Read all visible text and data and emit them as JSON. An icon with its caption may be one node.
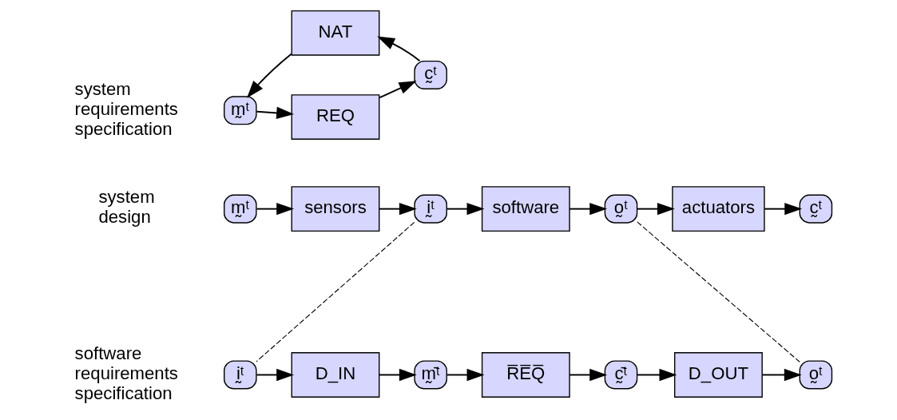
{
  "diagram": {
    "nodes": [
      {
        "text": [
          "m̰ᵗ"
        ]
      },
      {
        "text": [
          "NAT"
        ]
      },
      {
        "text": [
          "REQ"
        ]
      },
      {
        "text": [
          "c̰ᵗ"
        ]
      },
      {
        "text": [
          "m̰ᵗ"
        ]
      },
      {
        "text": [
          "sensors"
        ]
      },
      {
        "text": [
          "ḭᵗ"
        ]
      },
      {
        "text": [
          "software"
        ]
      },
      {
        "text": [
          "o̰ᵗ"
        ]
      },
      {
        "text": [
          "actuators"
        ]
      },
      {
        "text": [
          "c̰ᵗ"
        ]
      },
      {
        "text": [
          "ḭᵗ"
        ]
      },
      {
        "text": [
          "D_IN"
        ]
      },
      {
        "text": [
          "m̰̄ᵗ"
        ]
      },
      {
        "text": [
          "R̅E̅Q̅"
        ]
      },
      {
        "text": [
          "c̰̄ᵗ"
        ]
      },
      {
        "text": [
          "D_OUT"
        ]
      },
      {
        "text": [
          "o̰ᵗ"
        ]
      }
    ],
    "edges": [
      {
        "from": 3,
        "to": 1,
        "arrow": "to"
      },
      {
        "from": 1,
        "to": 0,
        "arrow": "to"
      },
      {
        "from": 0,
        "to": 2,
        "arrow": "to"
      },
      {
        "from": 2,
        "to": 3,
        "arrow": "to"
      },
      {
        "from": 4,
        "to": 5,
        "arrow": "to"
      },
      {
        "from": 5,
        "to": 6,
        "arrow": "to"
      },
      {
        "from": 6,
        "to": 7,
        "arrow": "to"
      },
      {
        "from": 7,
        "to": 8,
        "arrow": "to"
      },
      {
        "from": 8,
        "to": 9,
        "arrow": "to"
      },
      {
        "from": 9,
        "to": 10,
        "arrow": "to"
      },
      {
        "from": 6,
        "to": 11,
        "arrow": "none",
        "style": "dashed"
      },
      {
        "from": 8,
        "to": 17,
        "arrow": "none",
        "style": "dashed"
      },
      {
        "from": 11,
        "to": 12,
        "arrow": "to"
      },
      {
        "from": 12,
        "to": 13,
        "arrow": "to"
      },
      {
        "from": 13,
        "to": 14,
        "arrow": "to"
      },
      {
        "from": 14,
        "to": 15,
        "arrow": "to"
      },
      {
        "from": 15,
        "to": 16,
        "arrow": "to"
      },
      {
        "from": 16,
        "to": 17,
        "arrow": "to"
      }
    ],
    "labels": [
      "system requirements specification",
      "system design",
      "software requirements specification"
    ]
  }
}
